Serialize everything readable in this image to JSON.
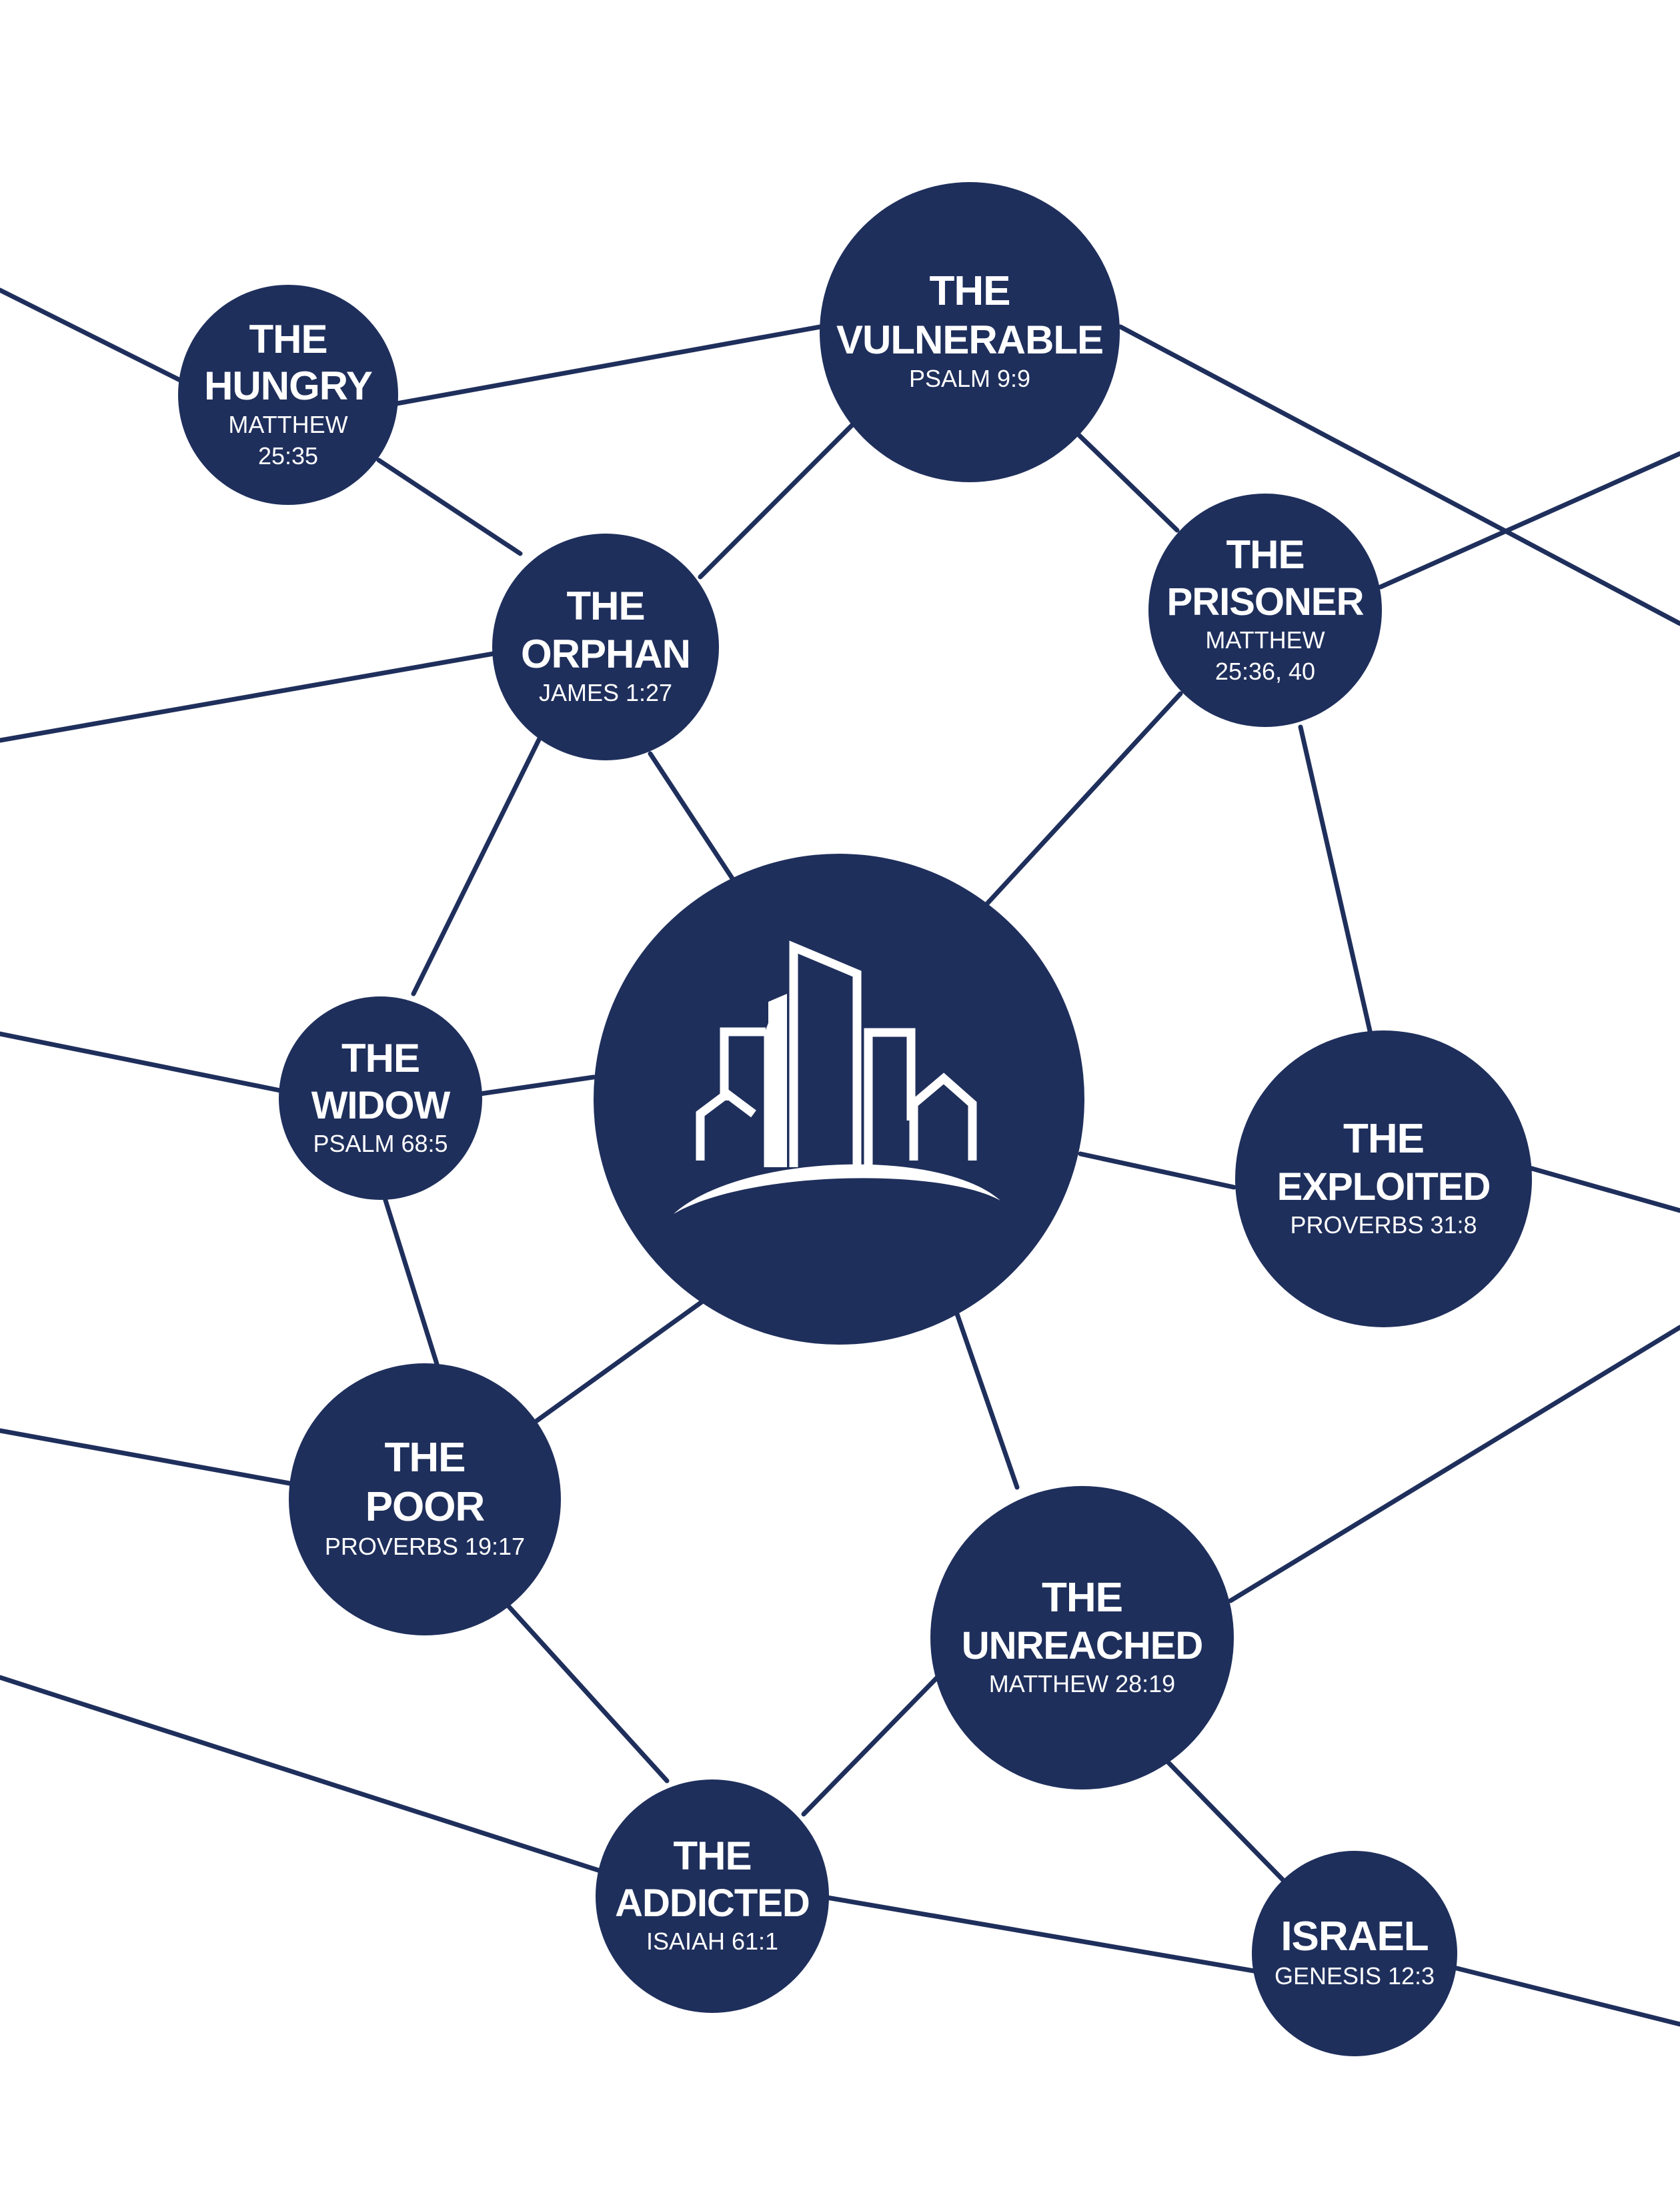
{
  "colors": {
    "navy": "#1f2f5c",
    "background": "#ffffff",
    "text": "#ffffff"
  },
  "hub": {
    "icon": "city-skyline-icon"
  },
  "nodes": {
    "hungry": {
      "line1": "THE",
      "line2": "HUNGRY",
      "ref1": "MATTHEW",
      "ref2": "25:35"
    },
    "vulnerable": {
      "line1": "THE",
      "line2": "VULNERABLE",
      "ref1": "PSALM 9:9"
    },
    "orphan": {
      "line1": "THE",
      "line2": "ORPHAN",
      "ref1": "JAMES 1:27"
    },
    "prisoner": {
      "line1": "THE",
      "line2": "PRISONER",
      "ref1": "MATTHEW",
      "ref2": "25:36, 40"
    },
    "widow": {
      "line1": "THE",
      "line2": "WIDOW",
      "ref1": "PSALM 68:5"
    },
    "exploited": {
      "line1": "THE",
      "line2": "EXPLOITED",
      "ref1": "PROVERBS 31:8"
    },
    "poor": {
      "line1": "THE",
      "line2": "POOR",
      "ref1": "PROVERBS 19:17"
    },
    "unreached": {
      "line1": "THE",
      "line2": "UNREACHED",
      "ref1": "MATTHEW 28:19"
    },
    "addicted": {
      "line1": "THE",
      "line2": "ADDICTED",
      "ref1": "ISAIAH 61:1"
    },
    "israel": {
      "line1": "ISRAEL",
      "ref1": "GENESIS 12:3"
    }
  }
}
